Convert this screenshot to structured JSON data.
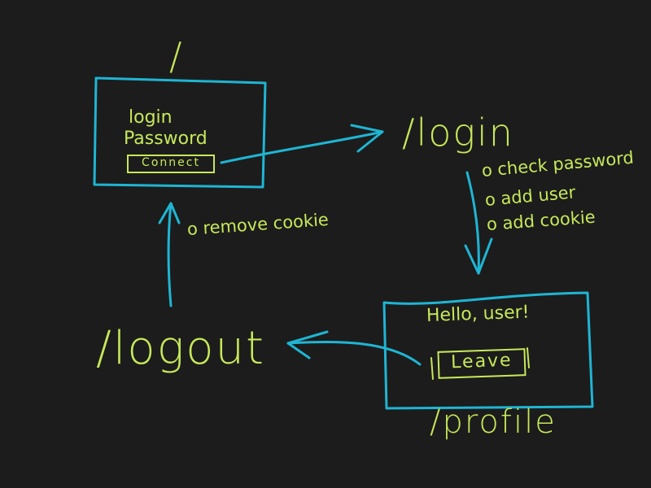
{
  "routes": {
    "root": "/",
    "login": "/login",
    "profile": "/profile",
    "logout": "/logout"
  },
  "login_box": {
    "field_login": "login",
    "field_password": "Password",
    "button": "Connect"
  },
  "profile_box": {
    "greeting": "Hello, user!",
    "button": "Leave"
  },
  "login_steps": [
    "o check password",
    "o add user",
    "o add cookie"
  ],
  "logout_note": "o remove cookie",
  "colors": {
    "background": "#1c1c1c",
    "text": "#c6e85a",
    "lines": "#1fb5d3"
  }
}
